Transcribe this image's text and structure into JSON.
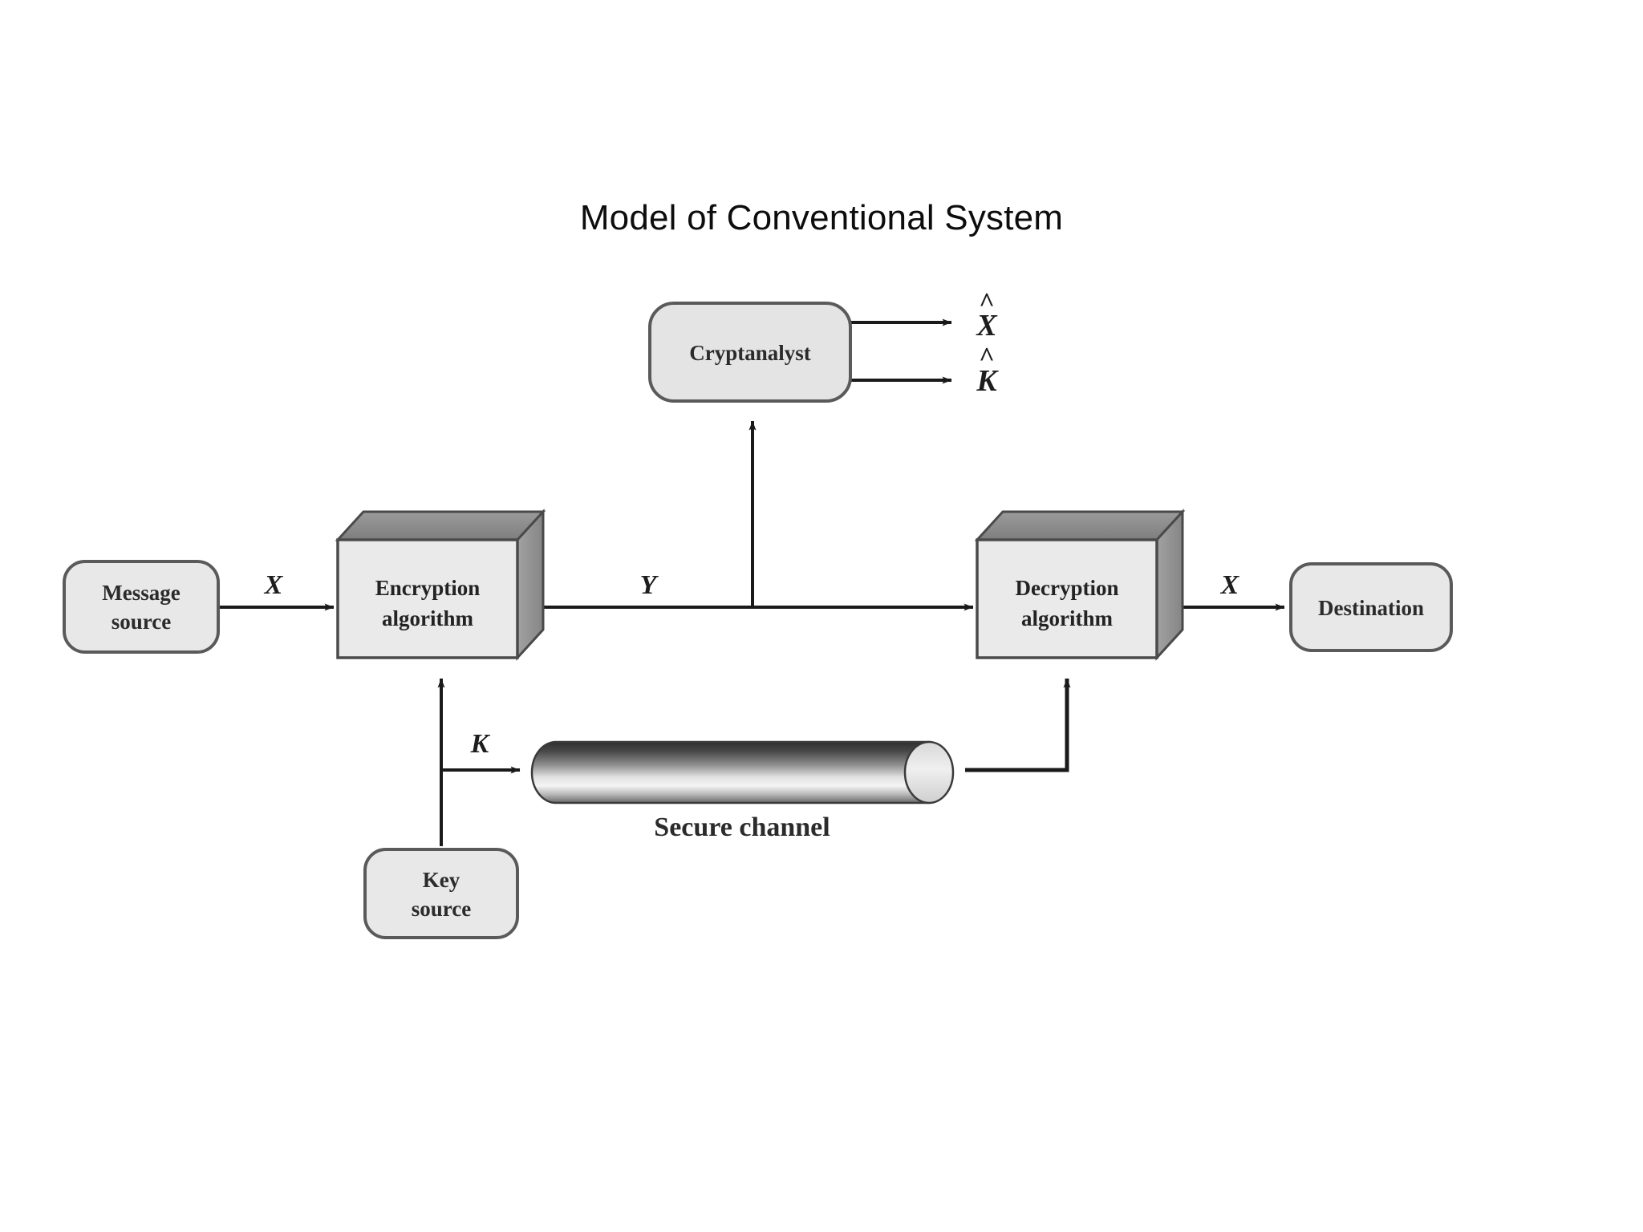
{
  "slide": {
    "title": "Model of Conventional System",
    "background_color": "#ffffff",
    "title_color": "#0d0d0d"
  },
  "diagram": {
    "type": "block-diagram",
    "nodes": [
      {
        "id": "message-source",
        "label_line1": "Message",
        "label_line2": "source",
        "shape": "rounded-rect",
        "fill": "#e8e8e8",
        "stroke": "#5a5a5a"
      },
      {
        "id": "encryption-algorithm",
        "label_line1": "Encryption",
        "label_line2": "algorithm",
        "shape": "box-3d",
        "fill": "#e9e9e9",
        "top_fill": "#8a8a8a",
        "side_fill": "#9a9a9a",
        "stroke": "#4a4a4a"
      },
      {
        "id": "cryptanalyst",
        "label_line1": "Cryptanalyst",
        "label_line2": "",
        "shape": "rounded-rect",
        "fill": "#e4e4e4",
        "stroke": "#5a5a5a"
      },
      {
        "id": "decryption-algorithm",
        "label_line1": "Decryption",
        "label_line2": "algorithm",
        "shape": "box-3d",
        "fill": "#e9e9e9",
        "top_fill": "#8a8a8a",
        "side_fill": "#9a9a9a",
        "stroke": "#4a4a4a"
      },
      {
        "id": "destination",
        "label_line1": "Destination",
        "label_line2": "",
        "shape": "rounded-rect",
        "fill": "#e8e8e8",
        "stroke": "#5a5a5a"
      },
      {
        "id": "key-source",
        "label_line1": "Key",
        "label_line2": "source",
        "shape": "rounded-rect",
        "fill": "#e8e8e8",
        "stroke": "#5a5a5a"
      },
      {
        "id": "secure-channel",
        "label_line1": "Secure channel",
        "label_line2": "",
        "shape": "cylinder",
        "fill": "gradient-gray",
        "stroke": "#3a3a3a"
      }
    ],
    "edge_labels": {
      "plaintext_in": "X",
      "ciphertext": "Y",
      "plaintext_out": "X",
      "key": "K",
      "recovered_plaintext": "X",
      "recovered_key": "K",
      "hat_mark": "^"
    },
    "channel_caption": "Secure channel",
    "colors": {
      "line": "#1a1a1a",
      "node_fill": "#e8e8e8",
      "node_stroke": "#5a5a5a",
      "box3d_top": "#8a8a8a",
      "box3d_side": "#9a9a9a",
      "cylinder_dark": "#3d3d3d",
      "cylinder_light": "#f2f2f2"
    }
  }
}
